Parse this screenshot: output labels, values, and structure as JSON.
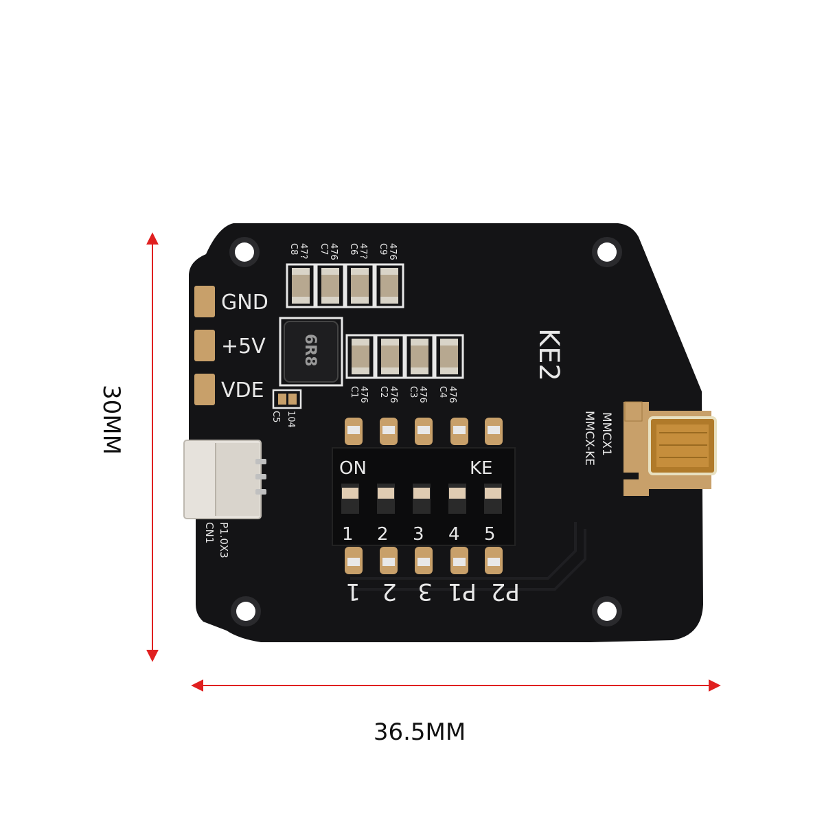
{
  "dimensions": {
    "width": "36.5MM",
    "height": "30MM"
  },
  "pads": [
    {
      "label": "GND"
    },
    {
      "label": "+5V"
    },
    {
      "label": "VDE"
    }
  ],
  "top_caps": [
    {
      "ref": "C8",
      "val": "47?"
    },
    {
      "ref": "C7",
      "val": "476"
    },
    {
      "ref": "C6",
      "val": "47?"
    },
    {
      "ref": "C9",
      "val": "476"
    }
  ],
  "bottom_caps": [
    {
      "ref": "C1",
      "val": "476"
    },
    {
      "ref": "C2",
      "val": "476"
    },
    {
      "ref": "C3",
      "val": "476"
    },
    {
      "ref": "C4",
      "val": "476"
    }
  ],
  "inductor": {
    "marking": "6R8"
  },
  "small_cap": {
    "ref": "C5",
    "val": "104"
  },
  "dip_switch": {
    "on_label": "ON",
    "brand_label": "KE",
    "switch_numbers": [
      "1",
      "2",
      "3",
      "4",
      "5"
    ]
  },
  "bottom_labels": [
    "1",
    "2",
    "3",
    "P1",
    "P2"
  ],
  "connector": {
    "ref": "CN1",
    "part": "P1.0X3"
  },
  "antenna": {
    "ref": "MMCX1",
    "part": "MMCX-KE"
  },
  "silkscreen": {
    "board_mark": "KE2"
  },
  "colors": {
    "board": "#141416",
    "dimension_line": "#e02020",
    "pad": "#c8a06a",
    "silk": "#e8e8e8"
  }
}
